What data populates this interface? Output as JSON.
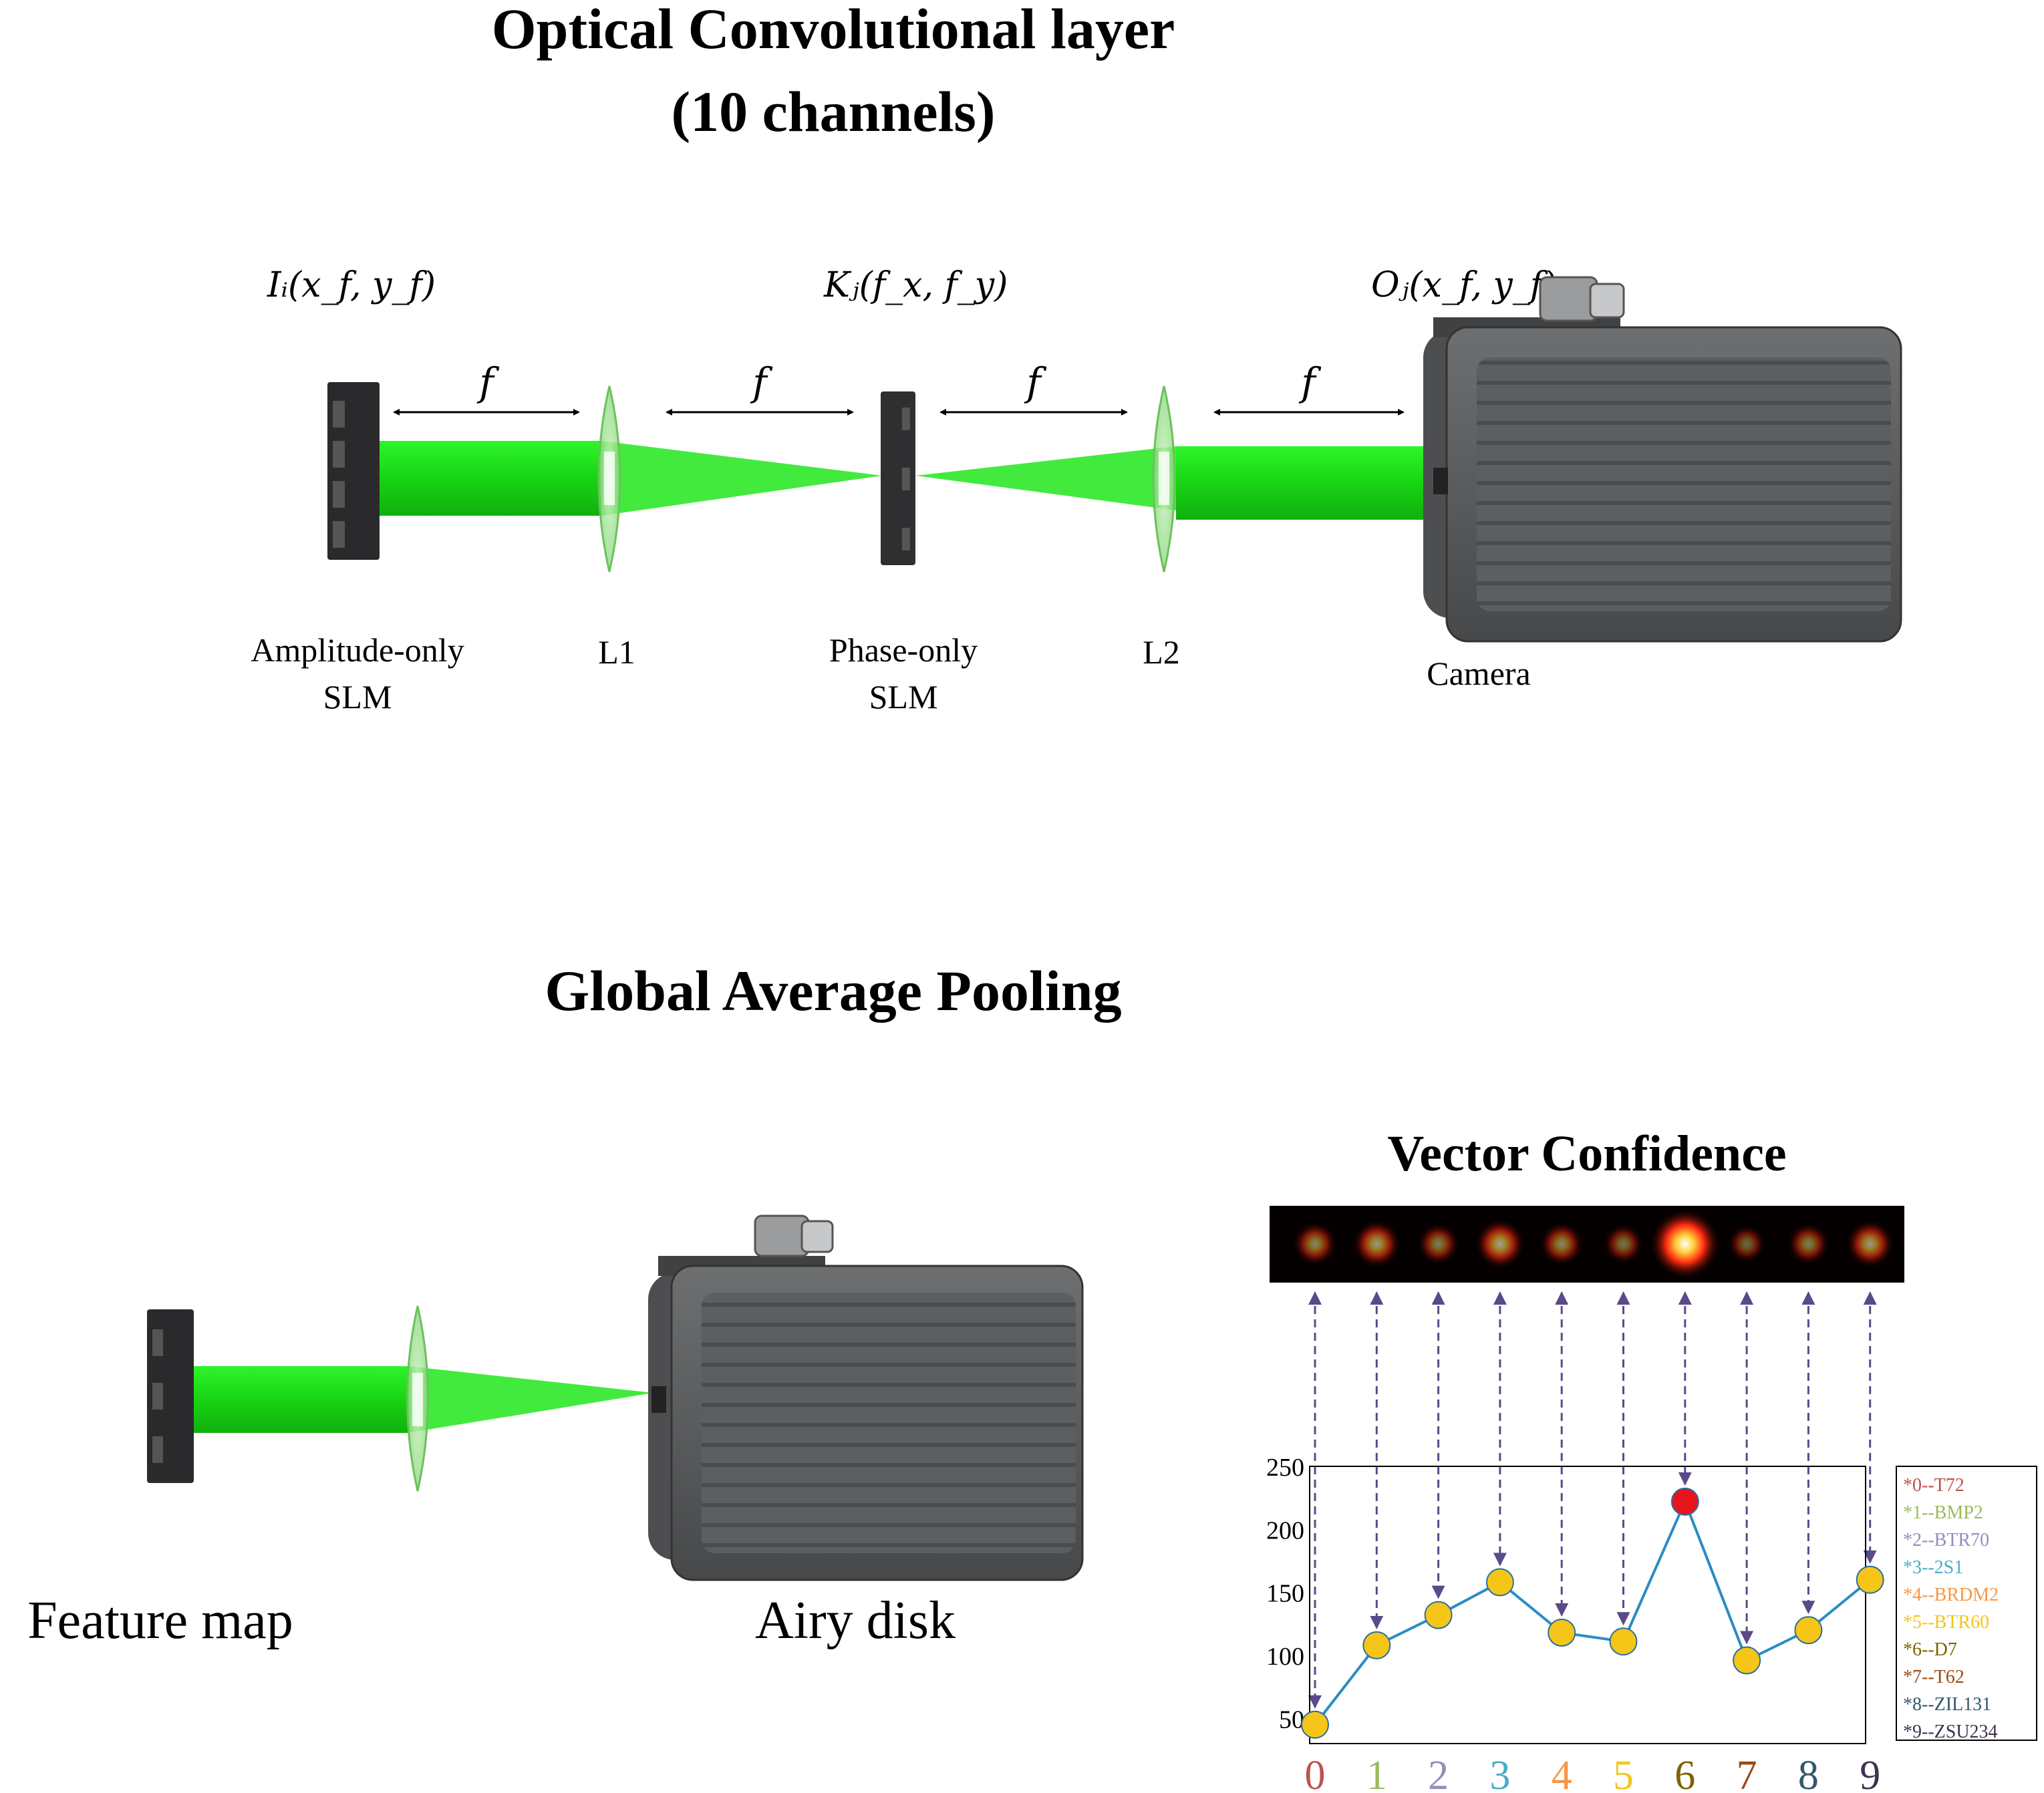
{
  "top_section": {
    "title_line1": "Optical Convolutional layer",
    "title_line2": "(10 channels)",
    "eq_input": "Iᵢ(x_f, y_f)",
    "eq_kernel": "Kⱼ(f_x, f_y)",
    "eq_output": "Oⱼ(x_f, y_f)",
    "focal_label": "f",
    "labels": {
      "amp_slm_line1": "Amplitude-only",
      "amp_slm_line2": "SLM",
      "l1": "L1",
      "phase_slm_line1": "Phase-only",
      "phase_slm_line2": "SLM",
      "l2": "L2",
      "camera": "Camera"
    }
  },
  "bottom_section": {
    "title": "Global Average Pooling",
    "feature_map_label": "Feature map",
    "airy_disk_label": "Airy disk"
  },
  "colors": {
    "beam": "#22e61c",
    "camera_body": "#5a5c5e",
    "arrow": "#5a4a8a",
    "line": "#2b8cc4",
    "marker": "#f5c518",
    "highlight": "#e8141c"
  },
  "chart_data": {
    "type": "line",
    "title": "Vector Confidence",
    "categories": [
      "0",
      "1",
      "2",
      "3",
      "4",
      "5",
      "6",
      "7",
      "8",
      "9"
    ],
    "values": [
      45,
      108,
      132,
      158,
      118,
      111,
      222,
      96,
      120,
      160
    ],
    "highlight_index": 6,
    "ylim": [
      30,
      250
    ],
    "yticks": [
      "250",
      "200",
      "150",
      "100",
      "50"
    ],
    "category_colors": [
      "#c0504d",
      "#9bbb59",
      "#8f8fbf",
      "#4bacc6",
      "#f79646",
      "#f5c518",
      "#7f6000",
      "#9c4a12",
      "#31596b",
      "#403151"
    ],
    "legend": [
      "*0--T72",
      "*1--BMP2",
      "*2--BTR70",
      "*3--2S1",
      "*4--BRDM2",
      "*5--BTR60",
      "*6--D7",
      "*7--T62",
      "*8--ZIL131",
      "*9--ZSU234"
    ],
    "spot_intensity": [
      0.35,
      0.45,
      0.3,
      0.5,
      0.35,
      0.25,
      1.0,
      0.2,
      0.3,
      0.45
    ]
  }
}
